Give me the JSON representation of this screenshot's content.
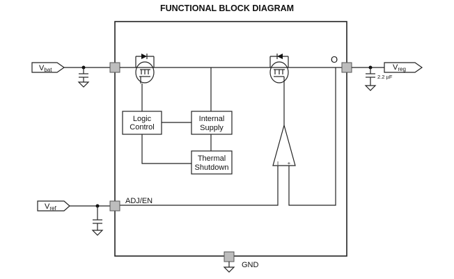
{
  "title": "FUNCTIONAL BLOCK DIAGRAM",
  "ports": {
    "vbat": {
      "main": "V",
      "sub": "bat"
    },
    "vreg": {
      "main": "V",
      "sub": "reg"
    },
    "vref": {
      "main": "V",
      "sub": "ref"
    }
  },
  "blocks": {
    "logic_control": [
      "Logic",
      "Control"
    ],
    "internal_supply": [
      "Internal",
      "Supply"
    ],
    "thermal_shutdown": [
      "Thermal",
      "Shutdown"
    ]
  },
  "pin_labels": {
    "output": "O",
    "adj_en": "ADJ/EN",
    "gnd": "GND"
  },
  "capacitor_value": "2.2 µF",
  "opamp": {
    "minus": "I",
    "plus": "+"
  },
  "colors": {
    "pin_fill": "#bdbdbd",
    "line": "#222222"
  }
}
